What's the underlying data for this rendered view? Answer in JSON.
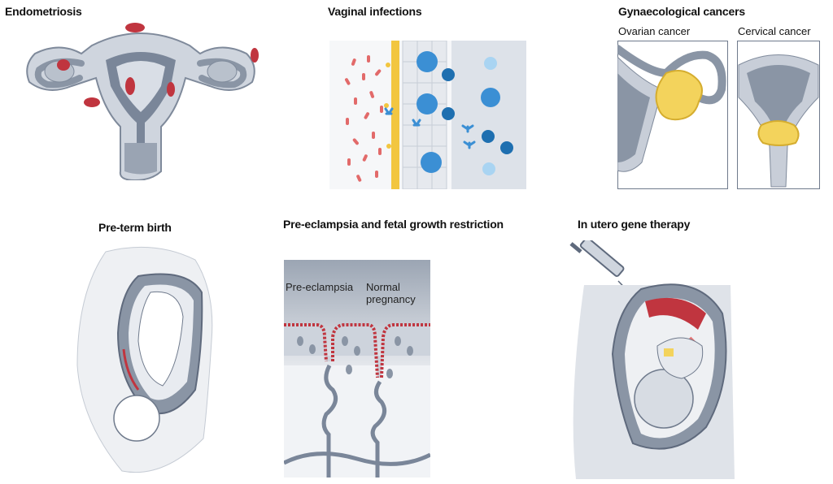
{
  "panels": {
    "endometriosis": {
      "title": "Endometriosis"
    },
    "vaginal_infections": {
      "title": "Vaginal infections"
    },
    "gynaecological_cancers": {
      "title": "Gynaecological cancers",
      "ovarian": "Ovarian cancer",
      "cervical": "Cervical cancer"
    },
    "preterm_birth": {
      "title": "Pre-term birth"
    },
    "preeclampsia": {
      "title": "Pre-eclampsia and fetal growth restriction",
      "label_left": "Pre-eclampsia",
      "label_right_1": "Normal",
      "label_right_2": "pregnancy"
    },
    "gene_therapy": {
      "title": "In utero gene therapy"
    }
  },
  "colors": {
    "tissue_grey": "#8a95a5",
    "tissue_light": "#dfe3e9",
    "lesion_red": "#c0353f",
    "immune_blue": "#3b8fd4",
    "mucus_yellow": "#f2c640",
    "tumour_yellow": "#f3d35c",
    "bacteria_red": "#e26a6a"
  }
}
